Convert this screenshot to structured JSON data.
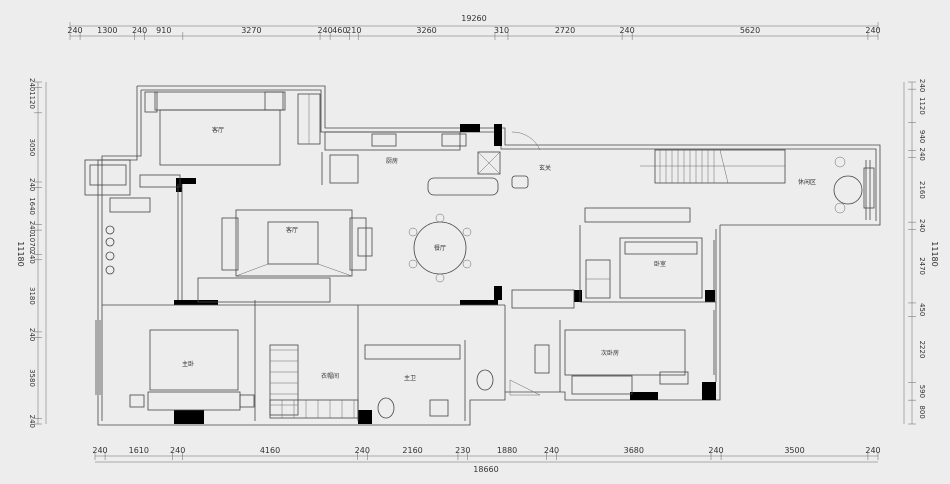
{
  "dimensions": {
    "top_total": "19260",
    "top_segments": [
      "240",
      "1300",
      "240",
      "910",
      "3270",
      "240",
      "460",
      "210",
      "3260",
      "310",
      "2720",
      "240",
      "5620",
      "240"
    ],
    "bottom_total": "18660",
    "bottom_segments": [
      "240",
      "1610",
      "240",
      "4160",
      "240",
      "2160",
      "230",
      "1880",
      "240",
      "3680",
      "240",
      "3500",
      "240"
    ],
    "left_total": "11180",
    "left_segments": [
      "240",
      "1120",
      "3050",
      "240",
      "1640",
      "240",
      "1070",
      "240",
      "3180",
      "240",
      "3580",
      "240"
    ],
    "right_total": "11180",
    "right_segments": [
      "240",
      "1120",
      "940",
      "240",
      "2160",
      "240",
      "2470",
      "450",
      "2220",
      "590",
      "800"
    ]
  },
  "rooms": {
    "living_top": "客厅",
    "kitchen": "厨房",
    "entrance": "玄关",
    "leisure": "休闲区",
    "living_main": "客厅",
    "dining": "餐厅",
    "bedroom_right": "卧室",
    "master_bed": "主卧",
    "cloakroom": "衣帽间",
    "bathroom": "主卫",
    "second_bedroom": "次卧房"
  }
}
